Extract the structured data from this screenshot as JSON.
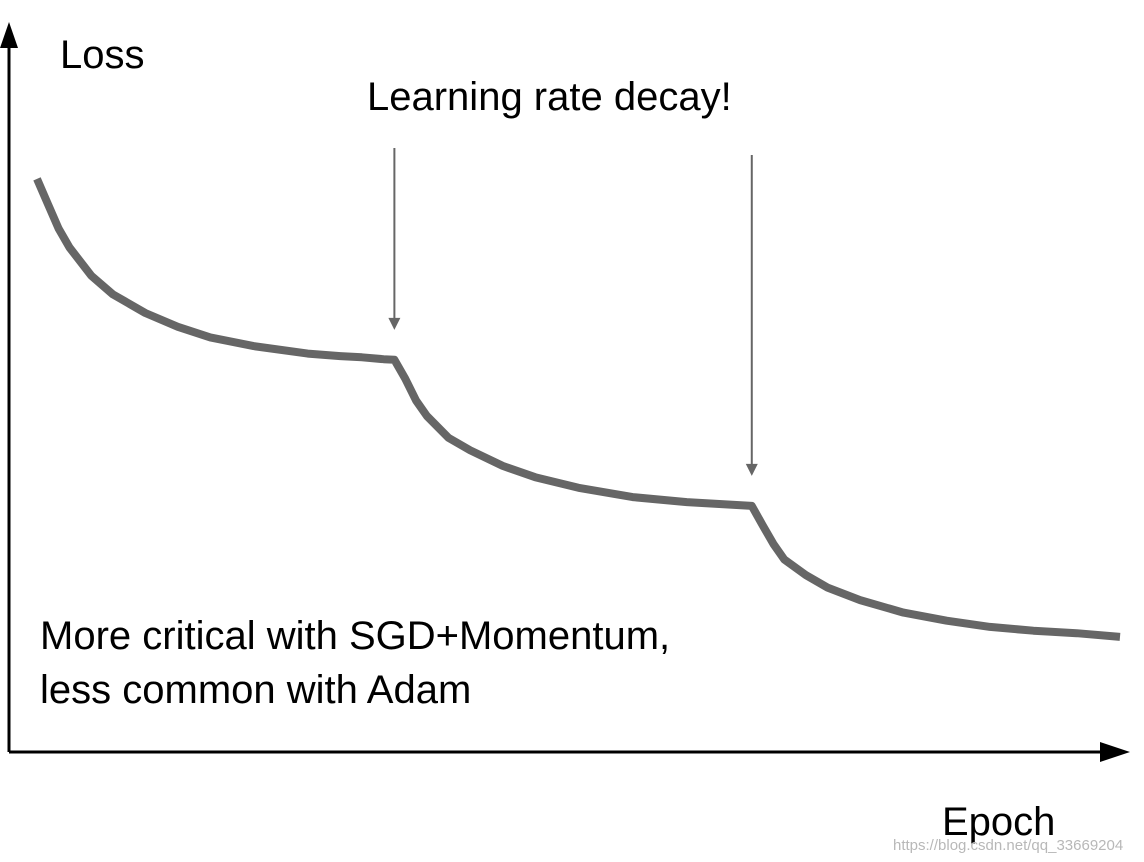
{
  "chart_data": {
    "type": "line",
    "title": "",
    "ylabel": "Loss",
    "xlabel": "Epoch",
    "annotations": [
      {
        "text": "Learning rate decay!"
      },
      {
        "text": "More critical with SGD+Momentum,"
      },
      {
        "text": "less common with Adam"
      }
    ],
    "grid": false,
    "legend": "none",
    "xlim": [
      0,
      100
    ],
    "ylim": [
      0,
      100
    ],
    "decay_points_x": [
      33,
      66
    ],
    "series": [
      {
        "color": "#666666",
        "x": [
          0,
          1,
          2,
          3,
          5,
          7,
          10,
          13,
          16,
          20,
          25,
          28,
          30,
          32,
          33,
          34,
          35,
          36,
          38,
          40,
          43,
          46,
          50,
          55,
          60,
          62,
          64,
          66,
          67,
          68,
          69,
          71,
          73,
          76,
          80,
          84,
          88,
          92,
          96,
          100
        ],
        "y": [
          88,
          84,
          80,
          77,
          72.5,
          69.5,
          66.5,
          64.3,
          62.6,
          61.2,
          60,
          59.6,
          59.4,
          59.1,
          59,
          56,
          52.5,
          50,
          46.5,
          44.5,
          42,
          40.2,
          38.5,
          37,
          36.2,
          36,
          35.8,
          35.6,
          32.5,
          29.5,
          27,
          24.5,
          22.5,
          20.5,
          18.5,
          17.2,
          16.2,
          15.6,
          15.2,
          14.6
        ]
      }
    ]
  },
  "colors": {
    "axis": "#000000",
    "line": "#666666",
    "arrow": "#666666",
    "watermark": "#b8b8b8"
  },
  "watermark": "https://blog.csdn.net/qq_33669204"
}
